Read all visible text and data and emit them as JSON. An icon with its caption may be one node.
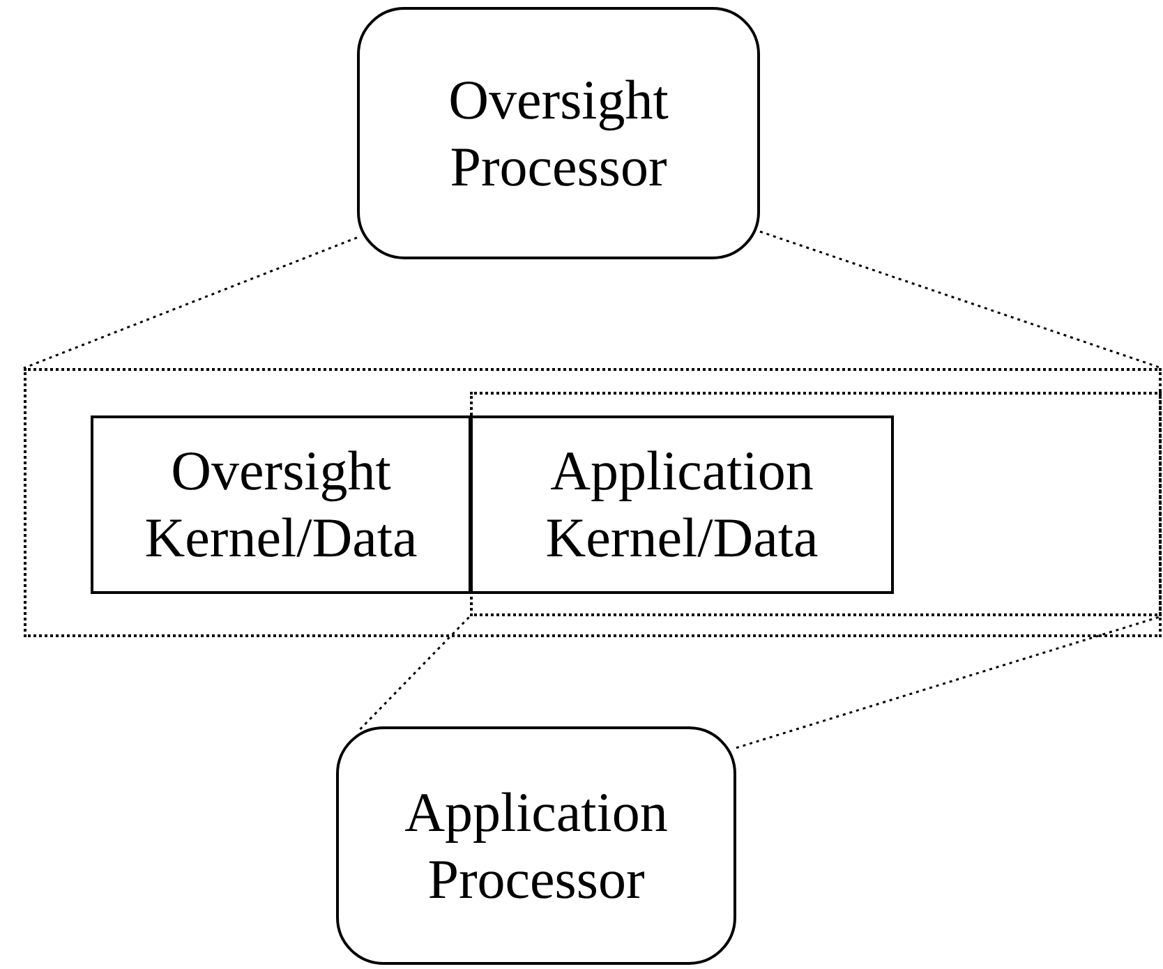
{
  "diagram": {
    "nodes": [
      {
        "text": [
          "Oversight Processor"
        ]
      },
      {
        "text": [],
        "shape": "box"
      },
      {
        "text": [
          "Oversight Kernel/Data"
        ],
        "in": 1
      },
      {
        "text": [],
        "shape": "box",
        "in": 1
      },
      {
        "text": [
          "Application Kernel/Data"
        ],
        "in": 3
      },
      {
        "text": [
          "Application Processor"
        ]
      }
    ],
    "edges": [
      {
        "from": 0,
        "to": 1,
        "arrow": "none",
        "style": "dashed"
      },
      {
        "from": 0,
        "to": 1,
        "arrow": "none",
        "style": "dashed"
      },
      {
        "from": 5,
        "to": 3,
        "arrow": "none",
        "style": "dashed"
      },
      {
        "from": 5,
        "to": 3,
        "arrow": "none",
        "style": "dashed"
      }
    ]
  }
}
